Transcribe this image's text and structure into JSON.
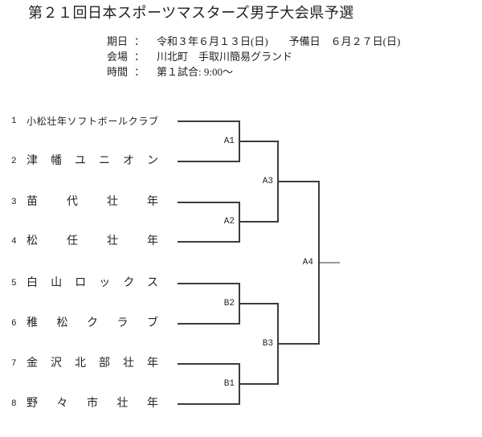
{
  "page": {
    "title": "第２１回日本スポーツマスターズ男子大会県予選"
  },
  "info": {
    "rows": [
      {
        "label": "期日",
        "colon": "：",
        "value": "令和３年６月１３日(日)　　予備日　６月２７日(日)"
      },
      {
        "label": "会場",
        "colon": "：",
        "value": "川北町　手取川簡易グランド"
      },
      {
        "label": "時間",
        "colon": "：",
        "value": "第１試合: 9:00～"
      }
    ]
  },
  "bracket": {
    "teams": [
      {
        "seed": "1",
        "name": "小松壮年ソフトボールクラブ"
      },
      {
        "seed": "2",
        "name": "津幡ユニオン"
      },
      {
        "seed": "3",
        "name": "苗代壮年"
      },
      {
        "seed": "4",
        "name": "松任壮年"
      },
      {
        "seed": "5",
        "name": "白山ロックス"
      },
      {
        "seed": "6",
        "name": "稚松クラブ"
      },
      {
        "seed": "7",
        "name": "金沢北部壮年"
      },
      {
        "seed": "8",
        "name": "野々市壮年"
      }
    ],
    "match_labels": {
      "r1": [
        "A1",
        "A2",
        "B2",
        "B1"
      ],
      "r2": [
        "A3",
        "B3"
      ],
      "final": "A4"
    }
  },
  "colors": {
    "line": "#3c3c3c",
    "final_stub": "#999999",
    "text": "#222222"
  }
}
